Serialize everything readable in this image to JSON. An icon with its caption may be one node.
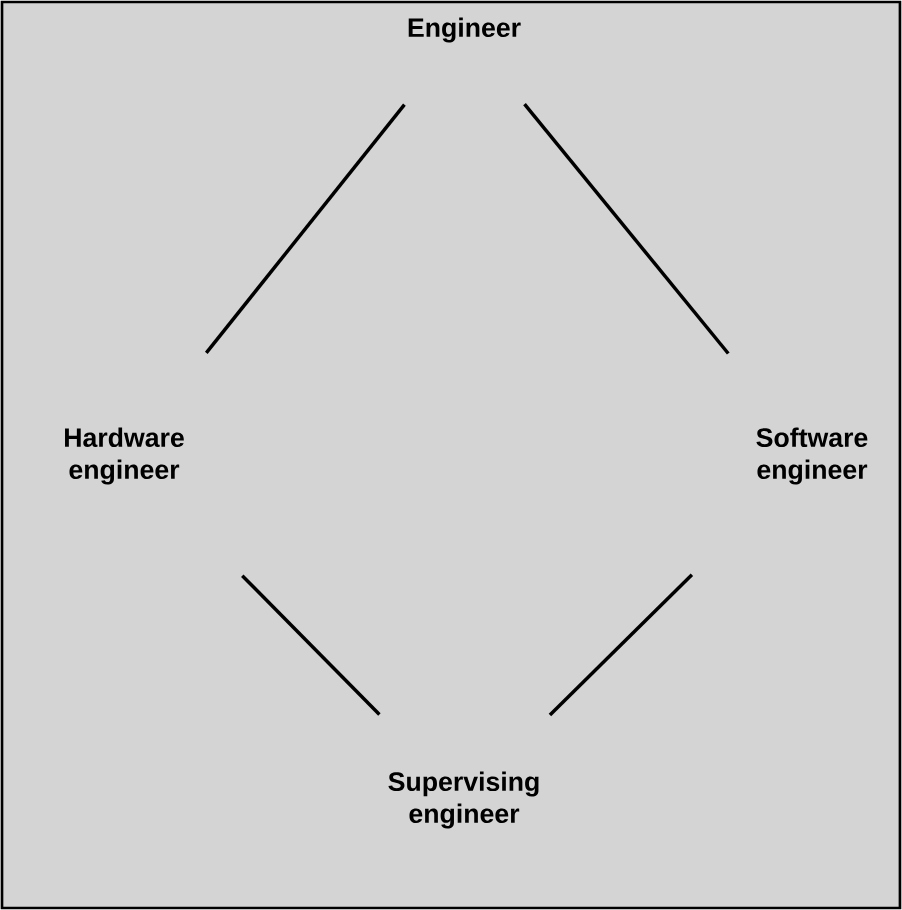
{
  "diagram": {
    "nodes": [
      {
        "text": [
          "Engineer"
        ]
      },
      {
        "text": [
          "Hardware engineer"
        ]
      },
      {
        "text": [
          "Software engineer"
        ]
      },
      {
        "text": [
          "Supervising engineer"
        ]
      }
    ],
    "edges": [
      {
        "from": 0,
        "to": 1,
        "arrow": "none"
      },
      {
        "from": 0,
        "to": 2,
        "arrow": "none"
      },
      {
        "from": 1,
        "to": 3,
        "arrow": "none"
      },
      {
        "from": 2,
        "to": 3,
        "arrow": "none"
      }
    ]
  }
}
